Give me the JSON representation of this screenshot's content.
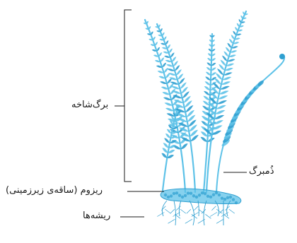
{
  "diagram": {
    "labels": {
      "frond": "برگ‌شاخه",
      "fiddlehead": "ذُمبرگ",
      "rhizome": "ریزوم (ساقه‌ی زیرزمینی)",
      "roots": "ریشه‌ها"
    },
    "colors": {
      "leaf": "#5ec2e8",
      "leaf_dark": "#2e9fd0",
      "leaf_light": "#a9def3",
      "line": "#1a1a1a"
    }
  }
}
